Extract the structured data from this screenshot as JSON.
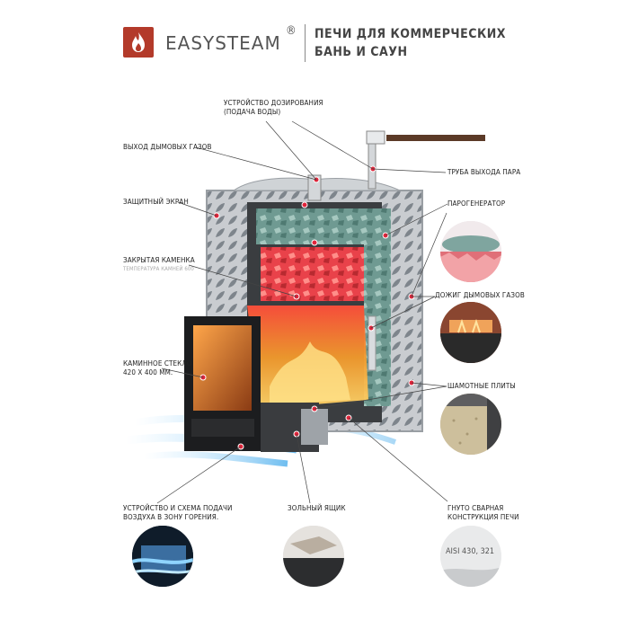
{
  "header": {
    "brand": "EASYSTEAM",
    "registered": "®",
    "title_line1": "ПЕЧИ ДЛЯ КОММЕРЧЕСКИХ",
    "title_line2": "БАНЬ И САУН"
  },
  "labels": {
    "dosing_1": "УСТРОЙСТВО ДОЗИРОВАНИЯ",
    "dosing_2": "(ПОДАЧА ВОДЫ)",
    "flue_gas_exit": "ВЫХОД ДЫМОВЫХ ГАЗОВ",
    "steam_pipe": "ТРУБА ВЫХОДА ПАРА",
    "protective_screen": "ЗАЩИТНЫЙ ЭКРАН",
    "steam_generator": "ПАРОГЕНЕРАТОР",
    "closed_heater": "ЗАКРЫТАЯ КАМЕНКА",
    "closed_heater_sub": "ТЕМПЕРАТУРА КАМНЕЙ 600",
    "afterburn": "ДОЖИГ ДЫМОВЫХ ГАЗОВ",
    "glass_1": "КАМИННОЕ СТЕКЛО",
    "glass_2": "420 Х 400 ММ.",
    "fireclay": "ШАМОТНЫЕ ПЛИТЫ",
    "air_supply_1": "УСТРОЙСТВО И СХЕМА ПОДАЧИ",
    "air_supply_2": "ВОЗДУХА В ЗОНУ ГОРЕНИЯ.",
    "ash_box": "ЗОЛЬНЫЙ ЯЩИК",
    "bent_welded_1": "ГНУТО СВАРНАЯ",
    "bent_welded_2": "КОНСТРУКЦИЯ ПЕЧИ",
    "steel_grade": "AISI 430, 321"
  },
  "colors": {
    "brand_red": "#b33a2a",
    "text_dark": "#222222",
    "frame_gray": "#9a9fa4",
    "fire_orange": "#f08a24",
    "air_blue": "#7fc4ee"
  },
  "icons": [
    "flame-logo-icon"
  ]
}
